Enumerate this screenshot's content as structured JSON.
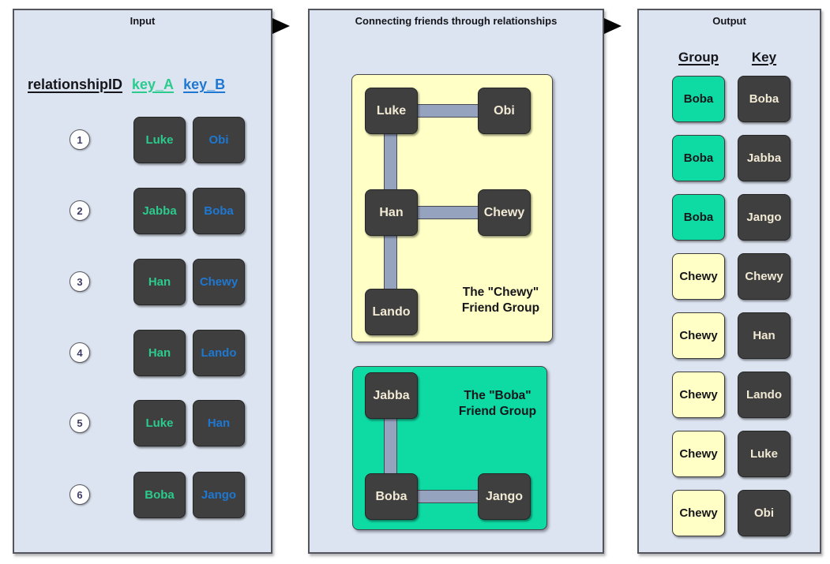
{
  "input": {
    "title": "Input",
    "headers": {
      "relationship_id": "relationshipID",
      "key_a": "key_A",
      "key_b": "key_B"
    },
    "rows": [
      {
        "num": "1",
        "key_a": "Luke",
        "key_b": "Obi"
      },
      {
        "num": "2",
        "key_a": "Jabba",
        "key_b": "Boba"
      },
      {
        "num": "3",
        "key_a": "Han",
        "key_b": "Chewy"
      },
      {
        "num": "4",
        "key_a": "Han",
        "key_b": "Lando"
      },
      {
        "num": "5",
        "key_a": "Luke",
        "key_b": "Han"
      },
      {
        "num": "6",
        "key_a": "Boba",
        "key_b": "Jango"
      }
    ]
  },
  "diagram": {
    "title": "Connecting friends through relationships",
    "chewy_group": {
      "caption_line1": "The \"Chewy\"",
      "caption_line2": "Friend Group",
      "nodes": {
        "luke": "Luke",
        "obi": "Obi",
        "han": "Han",
        "chewy": "Chewy",
        "lando": "Lando"
      },
      "edges": [
        "Luke-Obi",
        "Luke-Han",
        "Han-Chewy",
        "Han-Lando"
      ]
    },
    "boba_group": {
      "caption_line1": "The \"Boba\"",
      "caption_line2": "Friend Group",
      "nodes": {
        "jabba": "Jabba",
        "boba": "Boba",
        "jango": "Jango"
      },
      "edges": [
        "Jabba-Boba",
        "Boba-Jango"
      ]
    }
  },
  "output": {
    "title": "Output",
    "headers": {
      "group": "Group",
      "key": "Key"
    },
    "rows": [
      {
        "group": "Boba",
        "key": "Boba"
      },
      {
        "group": "Boba",
        "key": "Jabba"
      },
      {
        "group": "Boba",
        "key": "Jango"
      },
      {
        "group": "Chewy",
        "key": "Chewy"
      },
      {
        "group": "Chewy",
        "key": "Han"
      },
      {
        "group": "Chewy",
        "key": "Lando"
      },
      {
        "group": "Chewy",
        "key": "Luke"
      },
      {
        "group": "Chewy",
        "key": "Obi"
      }
    ]
  },
  "colors": {
    "panel_background": "#dce4f1",
    "node_box_fill": "#3f3f3f",
    "key_a_text": "#2bcb8d",
    "key_b_text": "#1e78d2",
    "boba_group_fill": "#0edaa4",
    "chewy_group_fill": "#ffffc6",
    "connector_fill": "#96a3bf",
    "arrow": "#050505"
  }
}
